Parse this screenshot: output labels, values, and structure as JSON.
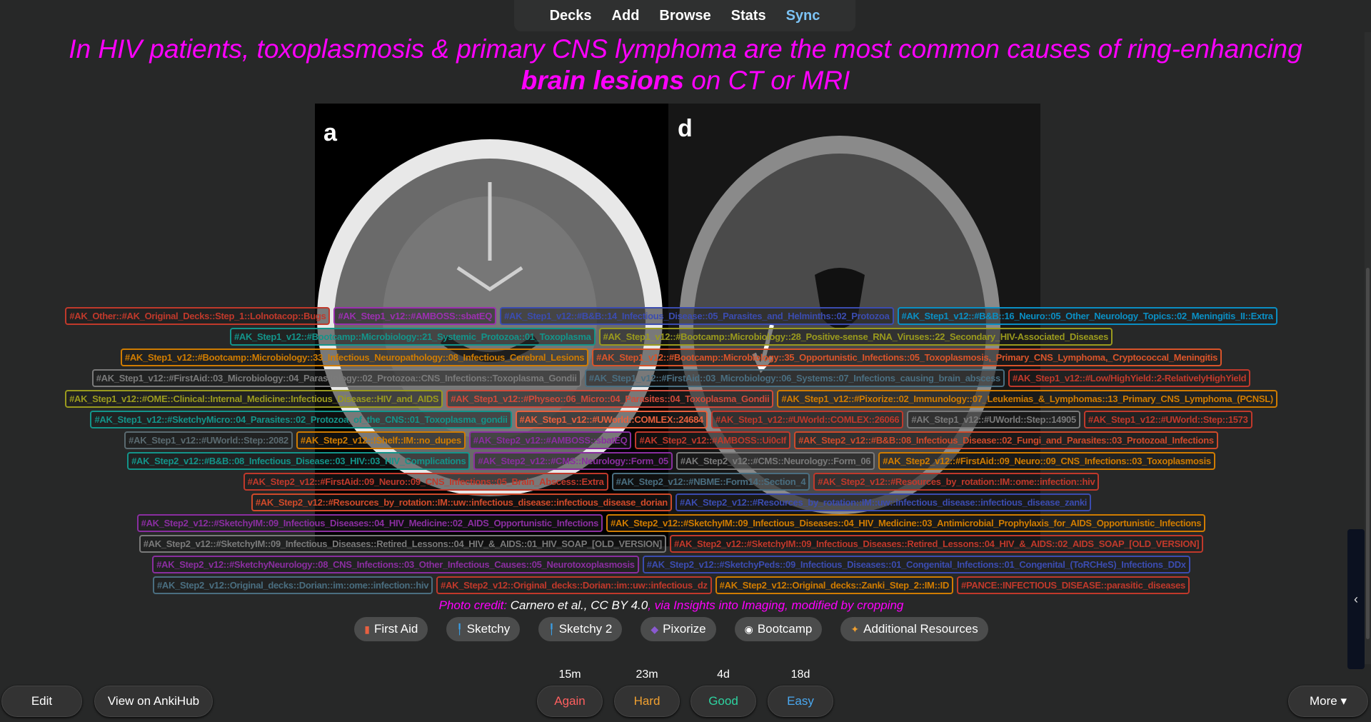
{
  "nav": {
    "items": [
      "Decks",
      "Add",
      "Browse",
      "Stats",
      "Sync"
    ]
  },
  "card": {
    "title_line1": "In HIV patients, toxoplasmosis & primary CNS lymphoma are the most common causes of ring-enhancing",
    "title_bold": "brain lesions",
    "title_rest": " on CT or MRI",
    "panel_labels": [
      "a",
      "d"
    ],
    "credit": {
      "prefix": "Photo credit: ",
      "author": "Carnero et al., CC BY 4.0",
      "suffix": ", via Insights into Imaging, modified by cropping"
    }
  },
  "tags": [
    {
      "t": "#AK_Other::#AK_Original_Decks::Step_1::Lolnotacop::Bugs",
      "c": "#c0392b"
    },
    {
      "t": "#AK_Step1_v12::#AMBOSS::sbatEQ",
      "c": "#9b30b0"
    },
    {
      "t": "#AK_Step1_v12::#B&B::14_Infectious_Disease::05_Parasites_and_Helminths::02_Protozoa",
      "c": "#3b4cb0"
    },
    {
      "t": "#AK_Step1_v12::#B&B::16_Neuro::05_Other_Neurology_Topics::02_Meningitis_II::Extra",
      "c": "#0a8fc4"
    },
    {
      "t": "#AK_Step1_v12::#Bootcamp::Microbiology::21_Systemic_Protozoa::01_Toxoplasma",
      "c": "#13948a"
    },
    {
      "t": "#AK_Step1_v12::#Bootcamp::Microbiology::28_Positive-sense_RNA_Viruses::22_Secondary_HIV-Associated_Diseases",
      "c": "#9a9a1e"
    },
    {
      "t": "#AK_Step1_v12::#Bootcamp::Microbiology::33_Infectious_Neuropathology::08_Infectious_Cerebral_Lesions",
      "c": "#d07c00"
    },
    {
      "t": "#AK_Step1_v12::#Bootcamp::Microbiology::35_Opportunistic_Infections::05_Toxoplasmosis,_Primary_CNS_Lymphoma,_Cryptococcal_Meningitis",
      "c": "#d9542a"
    },
    {
      "t": "#AK_Step1_v12::#FirstAid::03_Microbiology::04_Parasitology::02_Protozoa::CNS_Infections::Toxoplasma_Gondii",
      "c": "#7a7a7a"
    },
    {
      "t": "#AK_Step1_v12::#FirstAid::03_Microbiology::06_Systems::07_Infections_causing_brain_abscess",
      "c": "#4a6e80"
    },
    {
      "t": "#AK_Step1_v12::#Low/HighYield::2-RelativelyHighYield",
      "c": "#c0392b"
    },
    {
      "t": "#AK_Step1_v12::#OME::Clinical::Internal_Medicine::Infectious_Disease::HIV_and_AIDS",
      "c": "#9a9a1e"
    },
    {
      "t": "#AK_Step1_v12::#Physeo::06_Micro::04_Parasites::04_Toxoplasma_Gondii",
      "c": "#d04a3a"
    },
    {
      "t": "#AK_Step1_v12::#Pixorize::02_Immunology::07_Leukemias_&_Lymphomas::13_Primary_CNS_Lymphoma_(PCNSL)",
      "c": "#d07c00"
    },
    {
      "t": "#AK_Step1_v12::#SketchyMicro::04_Parasites::02_Protozoa_of_the_CNS::01_Toxoplasma_gondii",
      "c": "#13948a"
    },
    {
      "t": "#AK_Step1_v12::#UWorld::COMLEX::24684",
      "c": "#e8603c"
    },
    {
      "t": "#AK_Step1_v12::#UWorld::COMLEX::26066",
      "c": "#c0392b"
    },
    {
      "t": "#AK_Step1_v12::#UWorld::Step::14905",
      "c": "#7a7a7a"
    },
    {
      "t": "#AK_Step1_v12::#UWorld::Step::1573",
      "c": "#c0392b"
    },
    {
      "t": "#AK_Step1_v12::#UWorld::Step::2082",
      "c": "#5a6a70"
    },
    {
      "t": "#AK_Step2_v12::!Shelf::IM::no_dupes",
      "c": "#d07c00"
    },
    {
      "t": "#AK_Step2_v12::#AMBOSS::sbatEQ",
      "c": "#8a2ea0"
    },
    {
      "t": "#AK_Step2_v12::#AMBOSS::Ui0cIf",
      "c": "#c0392b"
    },
    {
      "t": "#AK_Step2_v12::#B&B::08_Infectious_Disease::02_Fungi_and_Parasites::03_Protozoal_Infections",
      "c": "#d04a2a"
    },
    {
      "t": "#AK_Step2_v12::#B&B::08_Infectious_Disease::03_HIV::03_HIV_Complications",
      "c": "#13948a"
    },
    {
      "t": "#AK_Step2_v12::#CMS::Neurology::Form_05",
      "c": "#8a2ea0"
    },
    {
      "t": "#AK_Step2_v12::#CMS::Neurology::Form_06",
      "c": "#7a7a7a"
    },
    {
      "t": "#AK_Step2_v12::#FirstAid::09_Neuro::09_CNS_Infections::03_Toxoplasmosis",
      "c": "#d07c00"
    },
    {
      "t": "#AK_Step2_v12::#FirstAid::09_Neuro::09_CNS_Infections::05_Brain_Abscess::Extra",
      "c": "#c0392b"
    },
    {
      "t": "#AK_Step2_v12::#NBME::Form14::Section_4",
      "c": "#4a6e80"
    },
    {
      "t": "#AK_Step2_v12::#Resources_by_rotation::IM::ome::infection::hiv",
      "c": "#c0392b"
    },
    {
      "t": "#AK_Step2_v12::#Resources_by_rotation::IM::uw::infectious_disease::infectious_disease_dorian",
      "c": "#d04a2a"
    },
    {
      "t": "#AK_Step2_v12::#Resources_by_rotation::IM::uw::infectious_disease::infectious_disease_zanki",
      "c": "#3b4cb0"
    },
    {
      "t": "#AK_Step2_v12::#SketchyIM::09_Infectious_Diseases::04_HIV_Medicine::02_AIDS_Opportunistic_Infections",
      "c": "#8a2ea0"
    },
    {
      "t": "#AK_Step2_v12::#SketchyIM::09_Infectious_Diseases::04_HIV_Medicine::03_Antimicrobial_Prophylaxis_for_AIDS_Opportunistic_Infections",
      "c": "#d07c00"
    },
    {
      "t": "#AK_Step2_v12::#SketchyIM::09_Infectious_Diseases::Retired_Lessons::04_HIV_&_AIDS::01_HIV_SOAP_[OLD_VERSION]",
      "c": "#7a7a7a"
    },
    {
      "t": "#AK_Step2_v12::#SketchyIM::09_Infectious_Diseases::Retired_Lessons::04_HIV_&_AIDS::02_AIDS_SOAP_[OLD_VERSION]",
      "c": "#c0392b"
    },
    {
      "t": "#AK_Step2_v12::#SketchyNeurology::08_CNS_Infections::03_Other_Infectious_Causes::05_Neurotoxoplasmosis",
      "c": "#8a2ea0"
    },
    {
      "t": "#AK_Step2_v12::#SketchyPeds::09_Infectious_Diseases::01_Congenital_Infections::01_Congenital_(ToRCHeS)_Infections_DDx",
      "c": "#3b4cb0"
    },
    {
      "t": "#AK_Step2_v12::Original_decks::Dorian::im::ome::infection::hiv",
      "c": "#4a6e80"
    },
    {
      "t": "#AK_Step2_v12::Original_decks::Dorian::im::uw::infectious_dz",
      "c": "#c0392b"
    },
    {
      "t": "#AK_Step2_v12::Original_decks::Zanki_Step_2::IM::ID",
      "c": "#d07c00"
    },
    {
      "t": "#PANCE::INFECTIOUS_DISEASE::parasitic_diseases",
      "c": "#c0392b"
    }
  ],
  "resources": [
    {
      "label": "First Aid",
      "icon": "book-icon",
      "glyph": "▮",
      "color": "#e86040"
    },
    {
      "label": "Sketchy",
      "icon": "pencil-icon",
      "glyph": "╿",
      "color": "#3aa0e8"
    },
    {
      "label": "Sketchy 2",
      "icon": "pencil-icon",
      "glyph": "╿",
      "color": "#3aa0e8"
    },
    {
      "label": "Pixorize",
      "icon": "pixorize-icon",
      "glyph": "◆",
      "color": "#8a5ad0"
    },
    {
      "label": "Bootcamp",
      "icon": "bootcamp-icon",
      "glyph": "◉",
      "color": "#ffffff"
    },
    {
      "label": "Additional Resources",
      "icon": "puzzle-icon",
      "glyph": "✦",
      "color": "#f0a030"
    }
  ],
  "bottom": {
    "edit": "Edit",
    "ankihub": "View on AnkiHub",
    "more": "More ▾",
    "answers": [
      {
        "label": "Again",
        "interval": "15m",
        "color": "#ff5f5f"
      },
      {
        "label": "Hard",
        "interval": "23m",
        "color": "#f0a030"
      },
      {
        "label": "Good",
        "interval": "4d",
        "color": "#2ed3a0"
      },
      {
        "label": "Easy",
        "interval": "18d",
        "color": "#4aa8f0"
      }
    ]
  },
  "sidebar_toggle": "‹"
}
